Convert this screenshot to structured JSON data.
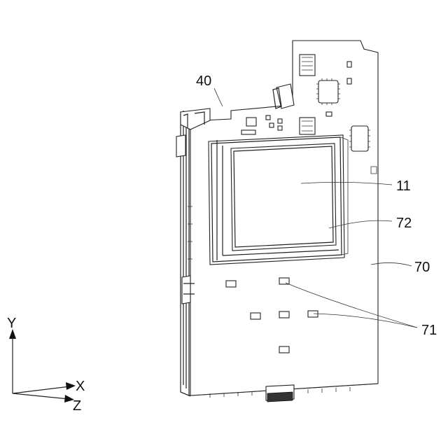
{
  "labels": {
    "ref_40": "40",
    "ref_11": "11",
    "ref_72": "72",
    "ref_70": "70",
    "ref_71": "71"
  },
  "axes": {
    "y": "Y",
    "x": "X",
    "z": "Z"
  }
}
